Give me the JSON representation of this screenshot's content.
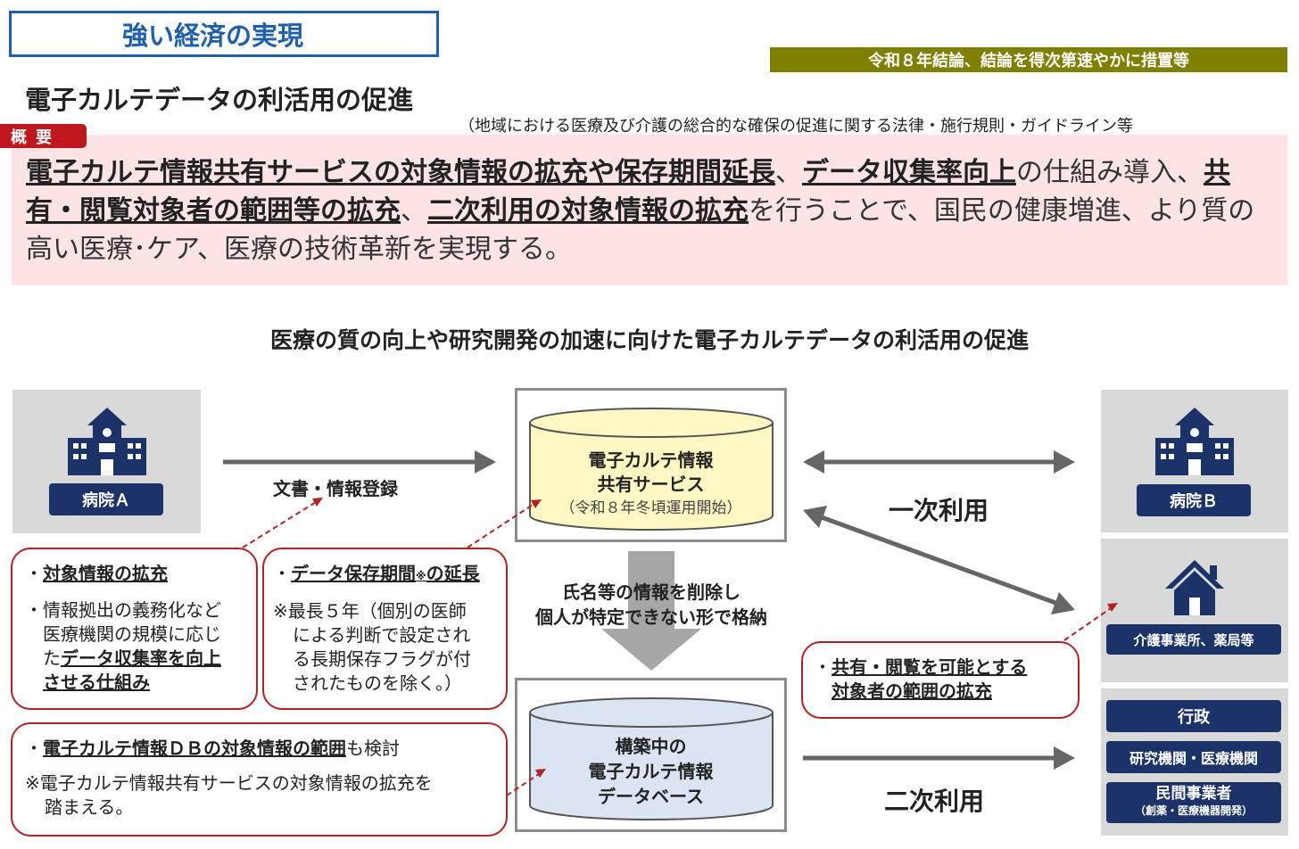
{
  "header": {
    "theme": "強い経済の実現",
    "schedule": "令和８年結論、結論を得次第速やかに措置等",
    "title": "電子カルテデータの利活用の促進",
    "law_note": "（地域における医療及び介護の総合的な確保の促進に関する法律・施行規則・ガイドライン等"
  },
  "overview": {
    "tag": "概要",
    "seg1": "電子カルテ情報共有サービスの対象情報の拡充や保存期間延長",
    "seg2": "、",
    "seg3": "データ収集率向上",
    "seg4": "の仕組み導入、",
    "seg5": "共有・閲覧対象者の範囲等の拡充",
    "seg6": "、",
    "seg7": "二次利用の対象情報の拡充",
    "seg8": "を行うことで、国民の健康増進、より質の高い医療･ケア、医療の技術革新を実現する。"
  },
  "diagram": {
    "title": "医療の質の向上や研究開発の加速に向けた電子カルテデータの利活用の促進",
    "hospital_a": "病院Ａ",
    "hospital_b": "病院Ｂ",
    "care": "介護事業所、薬局等",
    "gov": "行政",
    "research": "研究機関・医療機関",
    "private_1": "民間事業者",
    "private_2": "（創薬・医療機器開発）",
    "doc_register": "文書・情報登録",
    "primary_use": "一次利用",
    "secondary_use": "二次利用",
    "anon_1": "氏名等の情報を削除し",
    "anon_2": "個人が特定できない形で格納",
    "svc1_l1": "電子カルテ情報",
    "svc1_l2": "共有サービス",
    "svc1_l3": "（令和８年冬頃運用開始）",
    "db_l1": "構築中の",
    "db_l2": "電子カルテ情報",
    "db_l3": "データベース"
  },
  "callouts": {
    "c1_head": "対象情報の拡充",
    "c1_l1": "情報拠出の義務化など",
    "c1_l2": "医療機関の規模に応じ",
    "c1_l3a": "た",
    "c1_l3b": "データ収集率を向上",
    "c1_l4": "させる仕組み",
    "c2_head_a": "データ保存期間",
    "c2_head_note": "※",
    "c2_head_b": "の延長",
    "c2_l1": "※最長５年（個別の医師",
    "c2_l2": "による判断で設定され",
    "c2_l3": "る長期保存フラグが付",
    "c2_l4": "されたものを除く。）",
    "c3_head": "電子カルテ情報ＤＢの対象情報の範囲",
    "c3_head_tail": "も検討",
    "c3_l1": "※電子カルテ情報共有サービスの対象情報の拡充を",
    "c3_l2": "踏まえる。",
    "c4_l1": "共有・閲覧を可能とする",
    "c4_l2": "対象者の範囲の拡充"
  },
  "colors": {
    "theme_blue": "#1f5fae",
    "olive": "#7f7f00",
    "accent_red": "#c0161e",
    "navy": "#1b3368",
    "overview_bg": "#fce4e4",
    "db1_fill": "#fdf7c3",
    "db2_fill": "#dbe4f3"
  },
  "icons": [
    "school-building-icon",
    "house-icon",
    "bullet-dot-icon"
  ]
}
